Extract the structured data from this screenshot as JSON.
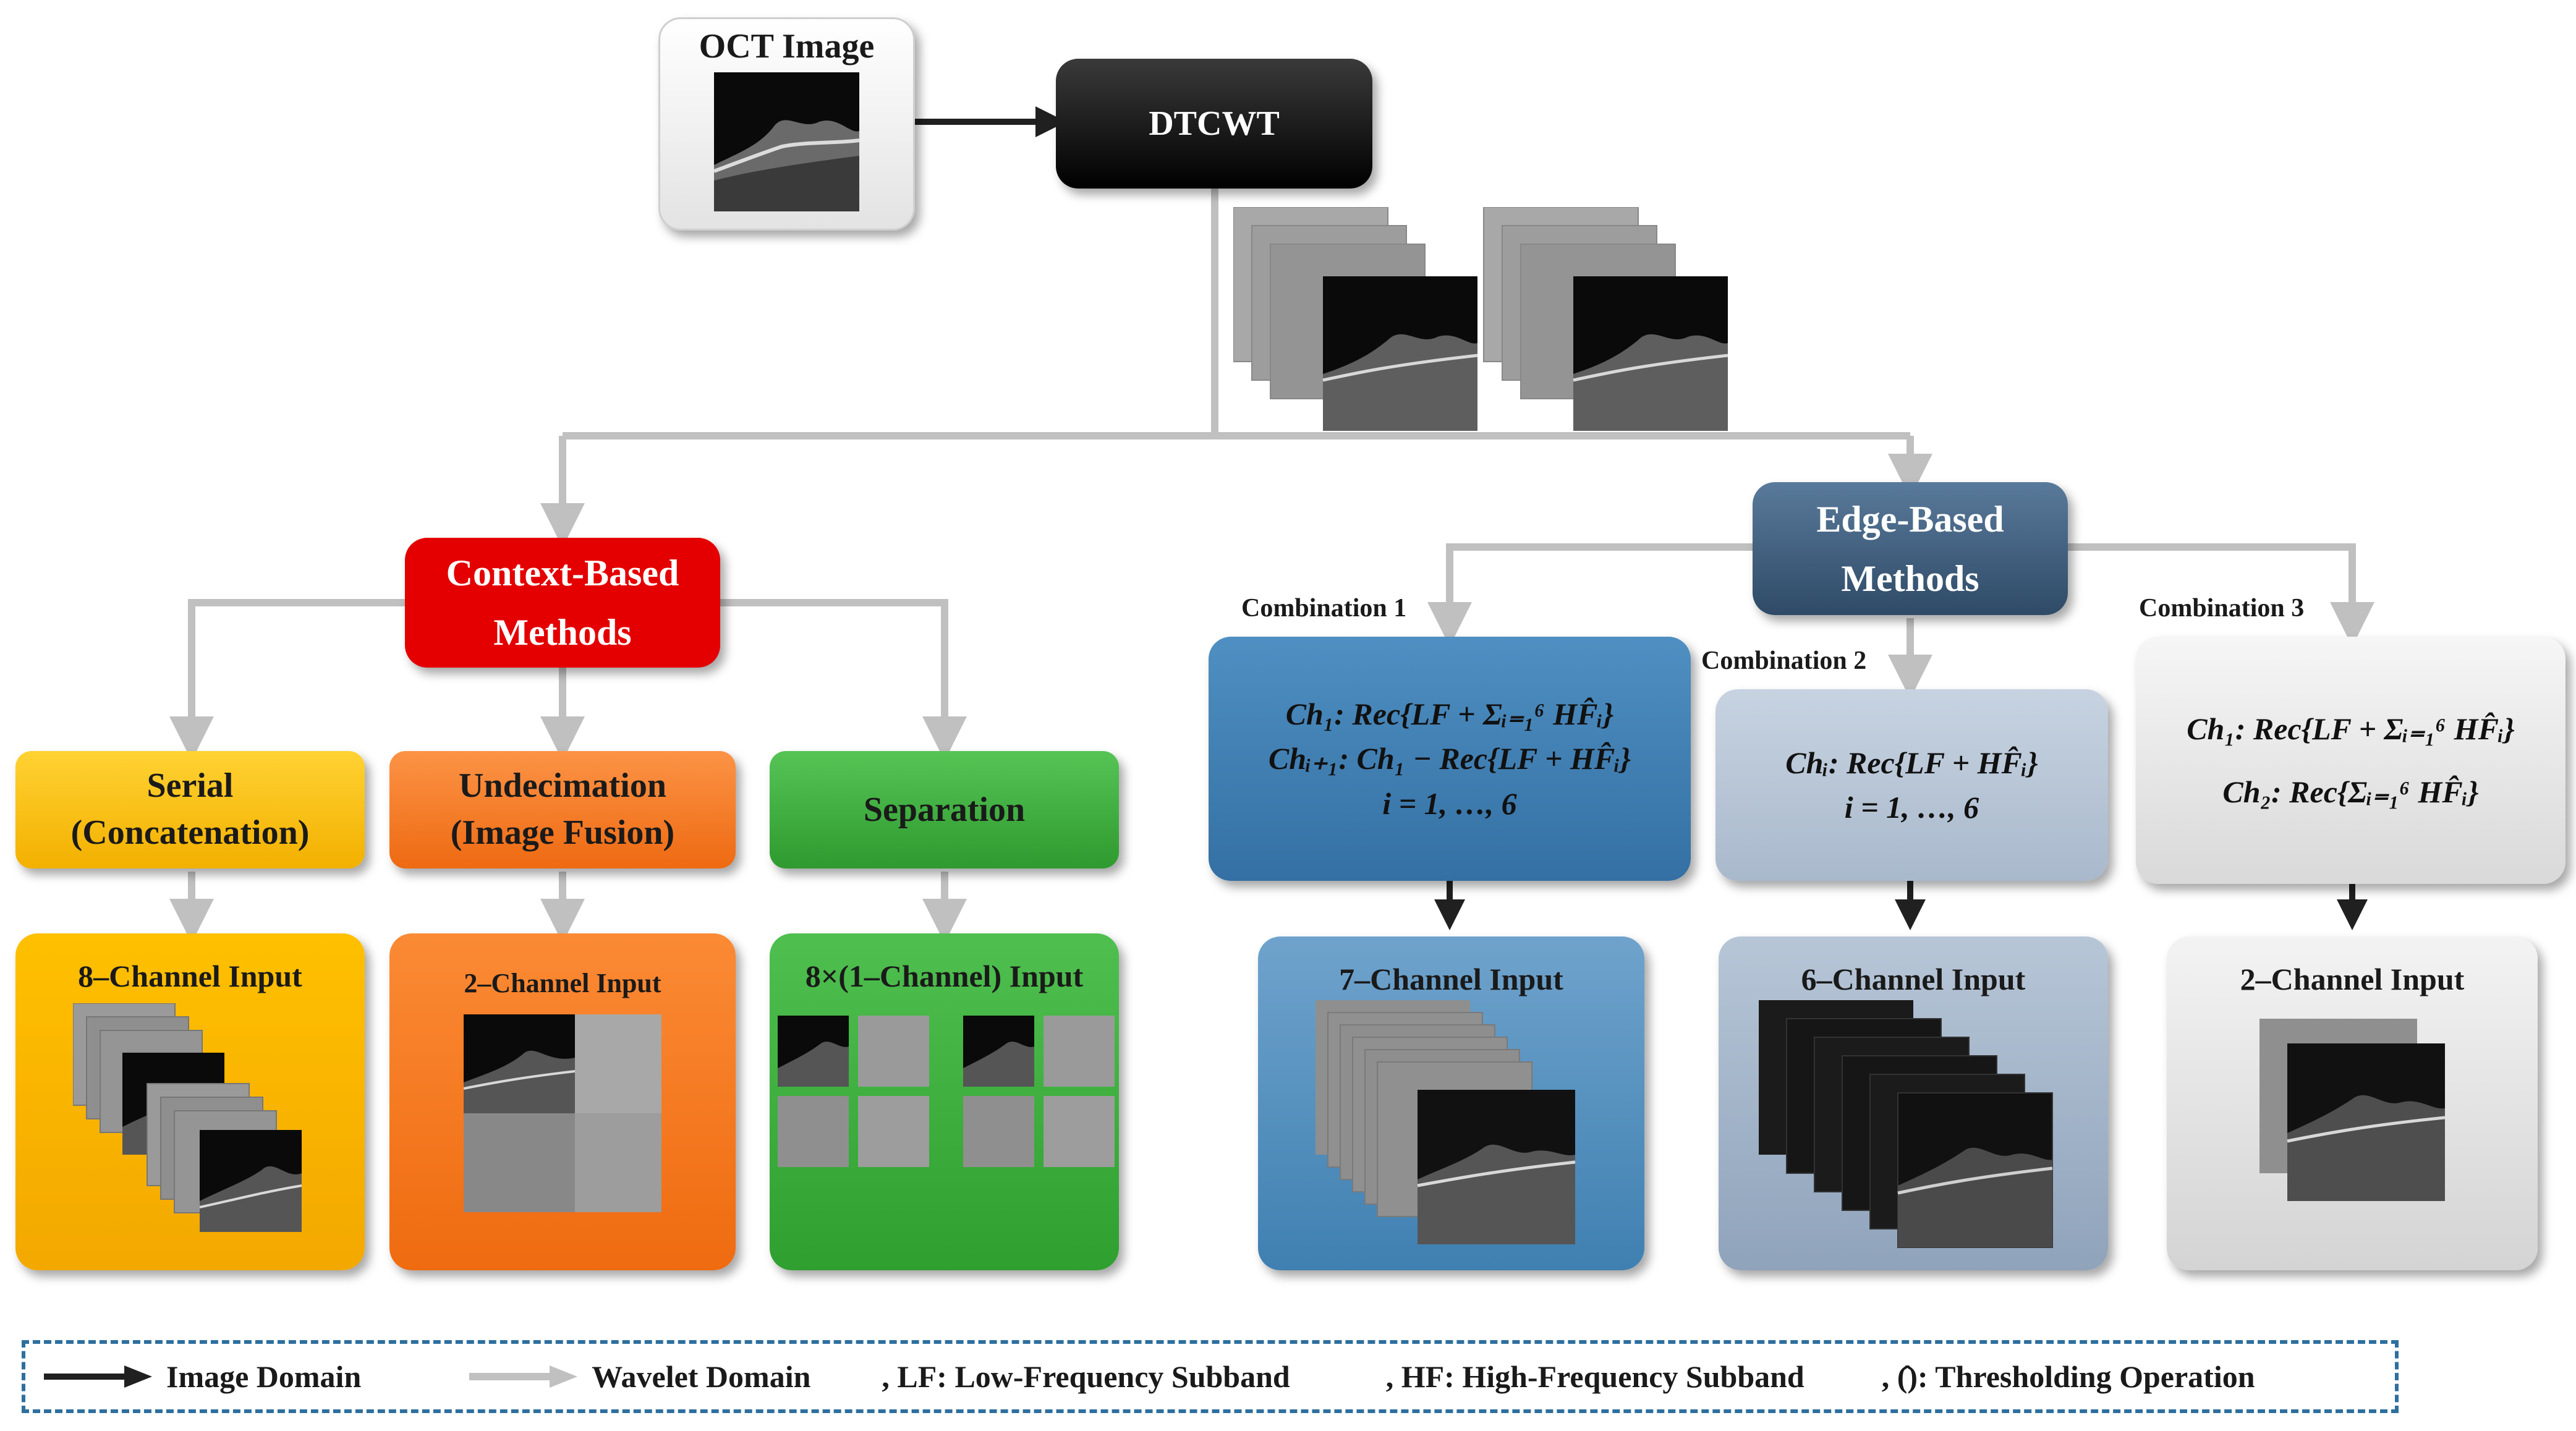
{
  "nodes": {
    "oct_image": "OCT Image",
    "dtcwt": "DTCWT",
    "context": "Context-Based Methods",
    "edge": "Edge-Based Methods",
    "serial": "Serial (Concatenation)",
    "undecimation": "Undecimation (Image Fusion)",
    "separation": "Separation",
    "in8": "8–Channel Input",
    "in2a": "2–Channel Input",
    "in8x1": "8×(1–Channel) Input",
    "in7": "7–Channel Input",
    "in6": "6–Channel Input",
    "in2b": "2–Channel Input"
  },
  "combinations": [
    "Combination 1",
    "Combination 2",
    "Combination 3"
  ],
  "formulas": {
    "c1_line1": "Ch₁: Rec{LF + Σᵢ₌₁⁶ HF̂ᵢ}",
    "c1_line2": "Chᵢ₊₁: Ch₁ − Rec{LF + HF̂ᵢ}",
    "c1_line3": "i = 1, …, 6",
    "c2_line1": "Chᵢ: Rec{LF + HF̂ᵢ}",
    "c2_line2": "i = 1, …, 6",
    "c3_line1": "Ch₁: Rec{LF + Σᵢ₌₁⁶ HF̂ᵢ}",
    "c3_line2": "Ch₂: Rec{Σᵢ₌₁⁶ HF̂ᵢ}"
  },
  "legend": {
    "image_domain": "Image Domain",
    "wavelet_domain": "Wavelet Domain",
    "lf": ", LF: Low-Frequency Subband",
    "hf": ", HF: High-Frequency Subband",
    "threshold": ", (̂): Thresholding Operation"
  },
  "colors": {
    "context": "#e40000",
    "edge": "#3e5a78",
    "serial": "#ffc000",
    "undecimation": "#f97f2a",
    "separation": "#3fae3f",
    "comb1": "#3f81b3",
    "comb2": "#b9c7d8",
    "comb3": "#e8e8e8",
    "wavelet_arrow": "#c0c0c0",
    "image_arrow": "#202020"
  }
}
